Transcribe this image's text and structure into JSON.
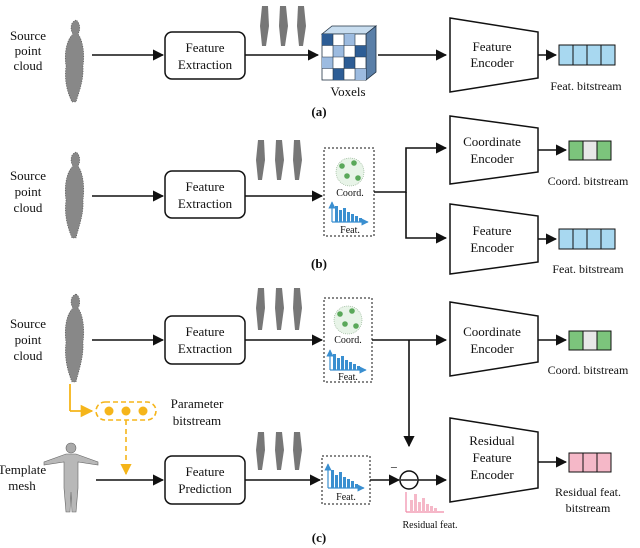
{
  "panel_a": {
    "caption": "(a)",
    "source_label": [
      "Source",
      "point",
      "cloud"
    ],
    "feature_box": [
      "Feature",
      "Extraction"
    ],
    "voxels_label": "Voxels",
    "encoder": [
      "Feature",
      "Encoder"
    ],
    "bitstream_label": "Feat. bitstream"
  },
  "panel_b": {
    "caption": "(b)",
    "source_label": [
      "Source",
      "point",
      "cloud"
    ],
    "feature_box": [
      "Feature",
      "Extraction"
    ],
    "coord_small": "Coord.",
    "feat_small": "Feat.",
    "coord_encoder": [
      "Coordinate",
      "Encoder"
    ],
    "coord_bitstream": "Coord. bitstream",
    "feat_encoder": [
      "Feature",
      "Encoder"
    ],
    "feat_bitstream": "Feat. bitstream"
  },
  "panel_c": {
    "caption": "(c)",
    "source_label": [
      "Source",
      "point",
      "cloud"
    ],
    "feature_box": [
      "Feature",
      "Extraction"
    ],
    "coord_small": "Coord.",
    "feat_small": "Feat.",
    "feat_small_2": "Feat.",
    "coord_encoder": [
      "Coordinate",
      "Encoder"
    ],
    "coord_bitstream": "Coord. bitstream",
    "param_label": [
      "Parameter",
      "bitstream"
    ],
    "template_label": [
      "Template",
      "mesh"
    ],
    "prediction_box": [
      "Feature",
      "Prediction"
    ],
    "residual_encoder": [
      "Residual",
      "Feature",
      "Encoder"
    ],
    "residual_feat": "Residual feat.",
    "residual_bitstream": [
      "Residual feat.",
      "bitstream"
    ],
    "minus": "−"
  },
  "colors": {
    "feat_blue": "#a8d8f0",
    "coord_green": "#7cc47c",
    "residual_pink": "#f5b8c8",
    "param_yellow": "#f5b51a",
    "bar_blue": "#3a8fd0"
  }
}
